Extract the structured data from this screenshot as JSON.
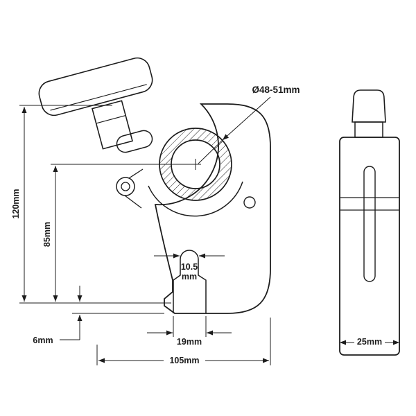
{
  "page": {
    "background": "#ffffff",
    "line_color": "#1c1c1c"
  },
  "front_view": {
    "dimensions": {
      "bore_diameter": "Ø48-51mm",
      "overall_height": "120mm",
      "center_height": "85mm",
      "foot_thickness": "6mm",
      "overall_width": "105mm",
      "slot_width_lower": "19mm",
      "slot_width_upper_value": "10.5",
      "slot_width_upper_unit": "mm"
    }
  },
  "side_view": {
    "dimensions": {
      "overall_depth": "25mm"
    }
  }
}
